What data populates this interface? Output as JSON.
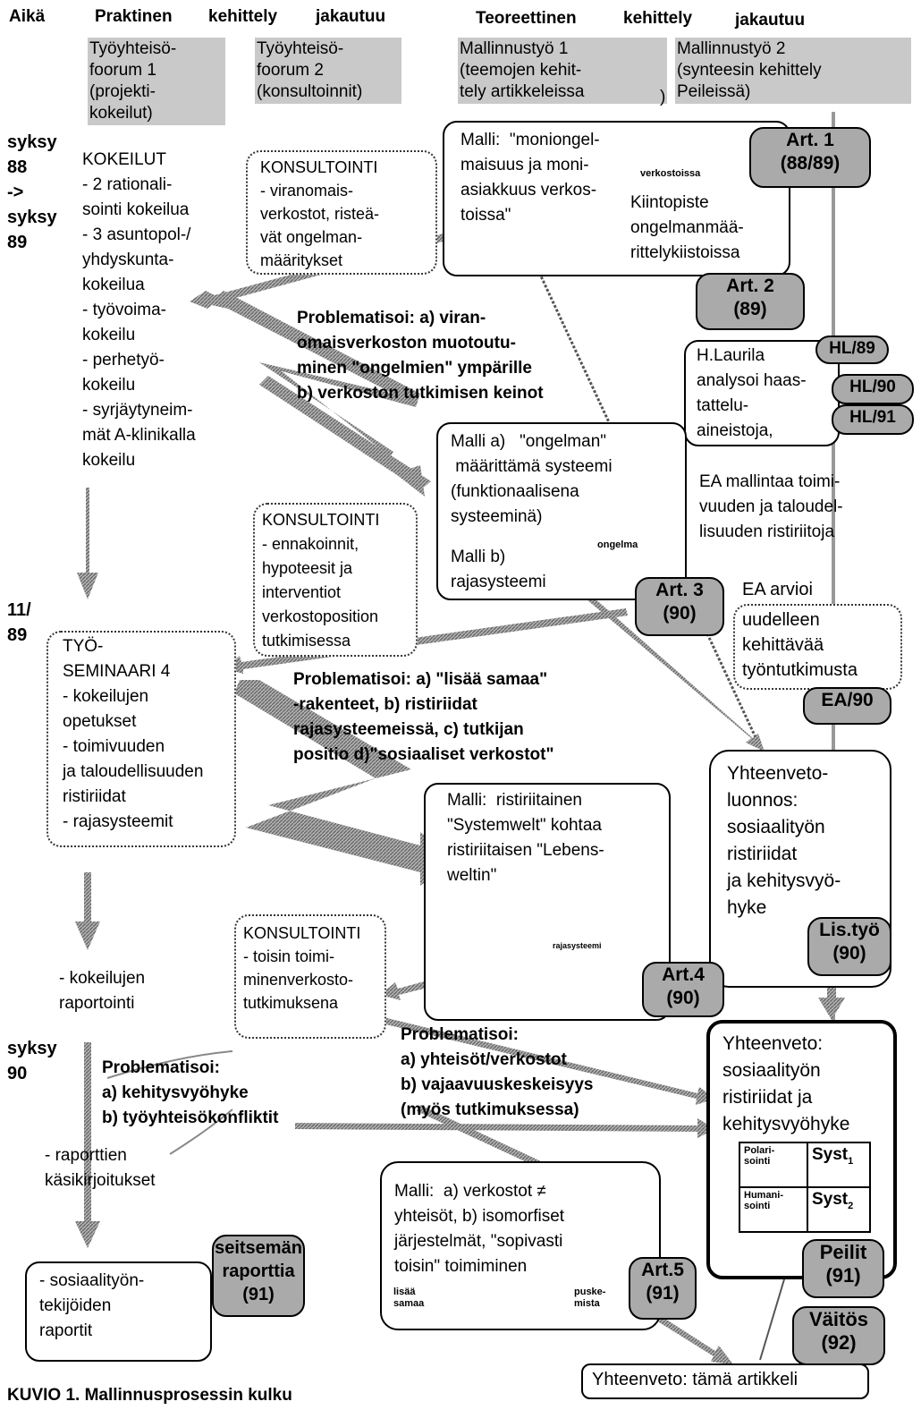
{
  "headers": {
    "time": "Aikä",
    "practical": [
      "Praktinen",
      "kehittely",
      "jakautuu"
    ],
    "theoretical": [
      "Teoreettinen",
      "kehittely",
      "jakautuu"
    ]
  },
  "columns": {
    "forum1": "Työyhteisö-\nfoorum 1\n(projekti-\nkokeilut)",
    "forum2": "Työyhteisö-\nfoorum 2\n(konsultoinnit)",
    "model1": "Mallinnustyö 1\n(teemojen kehit-\ntely artikkeleissa",
    "model1_close": ")",
    "model2": "Mallinnustyö 2\n(synteesin kehittely\nPeileissä)"
  },
  "time_labels": {
    "t1": "syksy\n88\n->\nsyksy\n89",
    "t2": "11/\n89",
    "t3": "syksy\n90"
  },
  "kokeilut": "KOKEILUT\n- 2 rationali-\nsointi kokeilua\n- 3 asuntopol-/\nyhdyskunta-\nkokeilua\n- työvoima-\nkokeilu\n- perhetyö-\nkokeilu\n- syrjäytyneim-\nmät A-klinikalla\nkokeilu",
  "konsultointi1": "KONSULTOINTI\n- viranomais-\nverkostot, risteä-\nvät ongelman-\nmääritykset",
  "konsultointi2": "KONSULTOINTI\n- ennakoinnit,\nhypoteesit ja\ninterventiot\nverkostoposition\ntutkimisessa",
  "konsultointi3": "KONSULTOINTI\n- toisin toimi-\nminenverkosto-\ntutkimuksena",
  "malli1": {
    "text": "Malli:  \"moniongel-\nmaisuus ja moni-\nasiakkuus verkos-\ntoissa\"",
    "icon_label": "verkostoissa",
    "fixpoint": "Kiintopiste\nongelmanmää-\nrittelykiistoissa"
  },
  "art_badges": {
    "art1": "Art. 1\n(88/89)",
    "art2": "Art. 2\n(89)",
    "art3": "Art. 3\n(90)",
    "art4": "Art.4\n(90)",
    "art5": "Art.5\n(91)"
  },
  "problem1": "Problematisoi: a) viran-\nomaisverkoston muotoutu-\nminen \"ongelmien\" ympärille\nb) verkoston tutkimisen keinot",
  "hl": {
    "text": "H.Laurila\nanalysoi haas-\ntattelu-\naineistoja,",
    "badges": [
      "HL/89",
      "HL/90",
      "HL/91"
    ]
  },
  "malli2": {
    "text": "Malli a)   \"ongelman\"\n määrittämä systeemi\n(funktionaalisena\nsysteeminä)",
    "text_b": "Malli b)\nrajasysteemi",
    "icon_label": "ongelma"
  },
  "ea": {
    "text1": "EA mallintaa toimi-\nvuuden ja taloudel-\nlisuuden ristiriitoja",
    "text2": "EA arvioi",
    "box": "uudelleen\nkehittävää\ntyöntutkimusta",
    "badge": "EA/90"
  },
  "seminaari": "TYÖ-\nSEMINAARI 4\n- kokeilujen\nopetukset\n- toimivuuden\nja taloudellisuuden\nristiriidat\n- rajasysteemit",
  "problem2": "Problematisoi: a) \"lisää samaa\"\n-rakenteet, b) ristiriidat\nrajasysteemeissä, c) tutkijan\npositio d)\"sosiaaliset verkostot\"",
  "yhteenveto_luonnos": "Yhteenveto-\nluonnos:\nsosiaalityön\nristiriidat\nja kehitysvyö-\nhyke",
  "lis_tyo": "Lis.työ\n(90)",
  "malli3": {
    "text": "Malli:  ristiriitainen\n\"Systemwelt\" kohtaa\nristiriitaisen \"Lebens-\nweltin\"",
    "icon_label": "rajasysteemi"
  },
  "reporting": "- kokeilujen\nraportointi",
  "problem3": "Problematisoi:\na) kehitysvyöhyke\nb) työyhteisökonfliktit",
  "problem4": "Problematisoi:\na) yhteisöt/verkostot\nb) vajaavuuskeskeisyys\n(myös tutkimuksessa)",
  "yhteenveto": "Yhteenveto:\nsosiaalityön\nristiriidat ja\nkehitysvyöhyke",
  "table": {
    "r1c1": "Polari-\nsointi",
    "r1c2": "Syst",
    "r1c2_sub": "1",
    "r2c1": "Humani-\nsointi",
    "r2c2": "Syst",
    "r2c2_sub": "2"
  },
  "peilit": "Peilit\n(91)",
  "kasikirjoitukset": "- raporttien\nkäsikirjoitukset",
  "raportit": "- sosiaalityön-\ntekijöiden\nraportit",
  "seitseman": "seitsemän\nraporttia\n(91)",
  "malli4": {
    "text": "Malli:  a) verkostot ≠\nyhteisöt, b) isomorfiset\njärjestelmät, \"sopivasti\ntoisin\" toimiminen",
    "left_label": "lisää\nsamaa",
    "right_label": "puske-\nmista"
  },
  "vaitos": "Väitös\n(92)",
  "final": "Yhteenveto: tämä artikkeli",
  "caption": "KUVIO 1. Mallinnusprosessin kulku"
}
